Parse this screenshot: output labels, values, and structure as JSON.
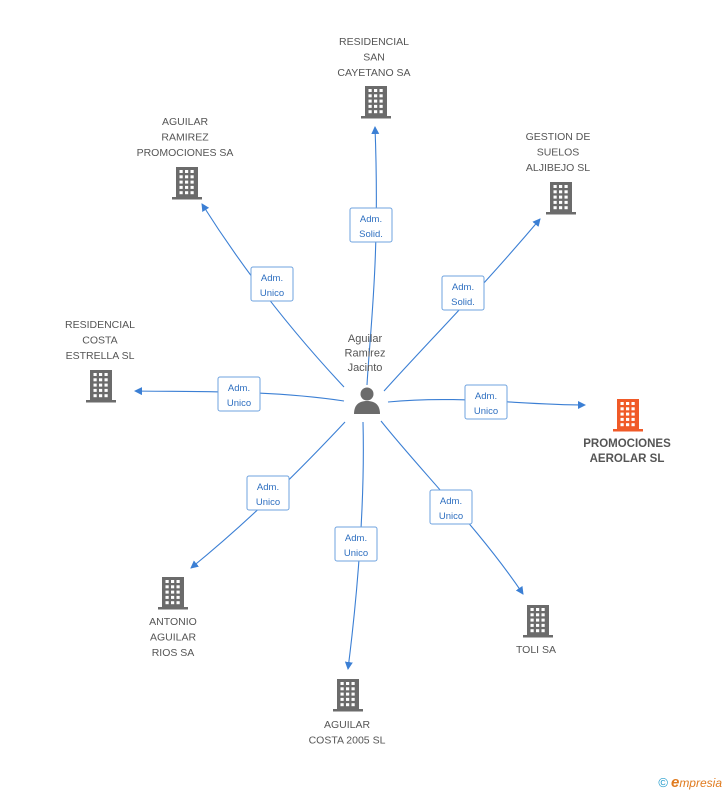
{
  "center": {
    "lines": [
      "Aguilar",
      "Ramirez",
      "Jacinto"
    ],
    "icon": "person-icon"
  },
  "colors": {
    "edge": "#3b7fd4",
    "building": "#6b6b6b",
    "building_highlight": "#f05a28",
    "label": "#555555"
  },
  "companies": [
    {
      "id": "residencial-san-cayetano",
      "lines": [
        "RESIDENCIAL",
        "SAN",
        "CAYETANO SA"
      ],
      "role": [
        "Adm.",
        "Solid."
      ],
      "highlight": false
    },
    {
      "id": "aguilar-ramirez-promociones",
      "lines": [
        "AGUILAR",
        "RAMIREZ",
        "PROMOCIONES SA"
      ],
      "role": [
        "Adm.",
        "Unico"
      ],
      "highlight": false
    },
    {
      "id": "gestion-de-suelos-aljibejo",
      "lines": [
        "GESTION DE",
        "SUELOS",
        "ALJIBEJO SL"
      ],
      "role": [
        "Adm.",
        "Solid."
      ],
      "highlight": false
    },
    {
      "id": "residencial-costa-estrella",
      "lines": [
        "RESIDENCIAL",
        "COSTA",
        "ESTRELLA SL"
      ],
      "role": [
        "Adm.",
        "Unico"
      ],
      "highlight": false
    },
    {
      "id": "promociones-aerolar",
      "lines": [
        "PROMOCIONES",
        "AEROLAR SL"
      ],
      "role": [
        "Adm.",
        "Unico"
      ],
      "highlight": true
    },
    {
      "id": "antonio-aguilar-rios",
      "lines": [
        "ANTONIO",
        "AGUILAR",
        "RIOS SA"
      ],
      "role": [
        "Adm.",
        "Unico"
      ],
      "highlight": false
    },
    {
      "id": "aguilar-costa-2005",
      "lines": [
        "AGUILAR",
        "COSTA 2005 SL"
      ],
      "role": [
        "Adm.",
        "Unico"
      ],
      "highlight": false
    },
    {
      "id": "toli-sa",
      "lines": [
        "TOLI SA"
      ],
      "role": [
        "Adm.",
        "Unico"
      ],
      "highlight": false
    }
  ],
  "footer": {
    "copyright": "©",
    "brand_initial": "e",
    "brand_rest": "mpresia"
  }
}
